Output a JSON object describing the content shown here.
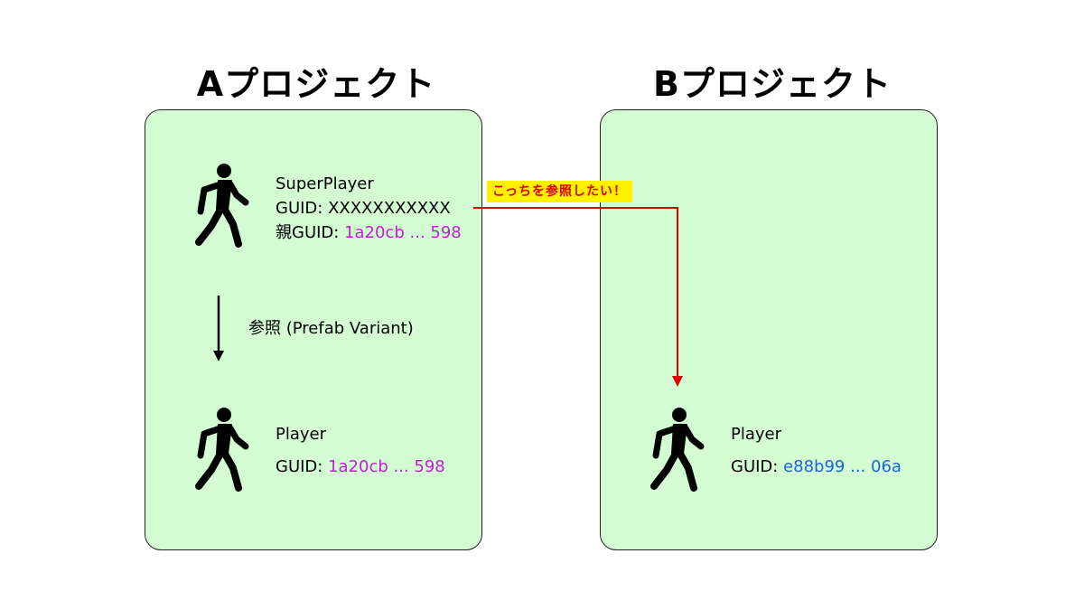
{
  "titles": {
    "a": "Aプロジェクト",
    "b": "Bプロジェクト"
  },
  "project_a": {
    "super_player": {
      "name": "SuperPlayer",
      "guid_label": "GUID: ",
      "guid_value": "XXXXXXXXXXX",
      "parent_guid_label": "親GUID: ",
      "parent_guid_value": "1a20cb ... 598"
    },
    "reference_label": "参照 (Prefab Variant)",
    "player": {
      "name": "Player",
      "guid_label": "GUID: ",
      "guid_value": "1a20cb ... 598"
    }
  },
  "project_b": {
    "player": {
      "name": "Player",
      "guid_label": "GUID: ",
      "guid_value": "e88b99 ... 06a"
    }
  },
  "callout": "こっちを参照したい！",
  "colors": {
    "panel_bg": "#d3fcd3",
    "guid_purple": "#c21dd6",
    "guid_blue": "#1d63d8",
    "arrow_red": "#e00000",
    "callout_bg": "#fff200"
  },
  "icons": [
    "walking-person-icon",
    "walking-person-icon",
    "walking-person-icon"
  ]
}
